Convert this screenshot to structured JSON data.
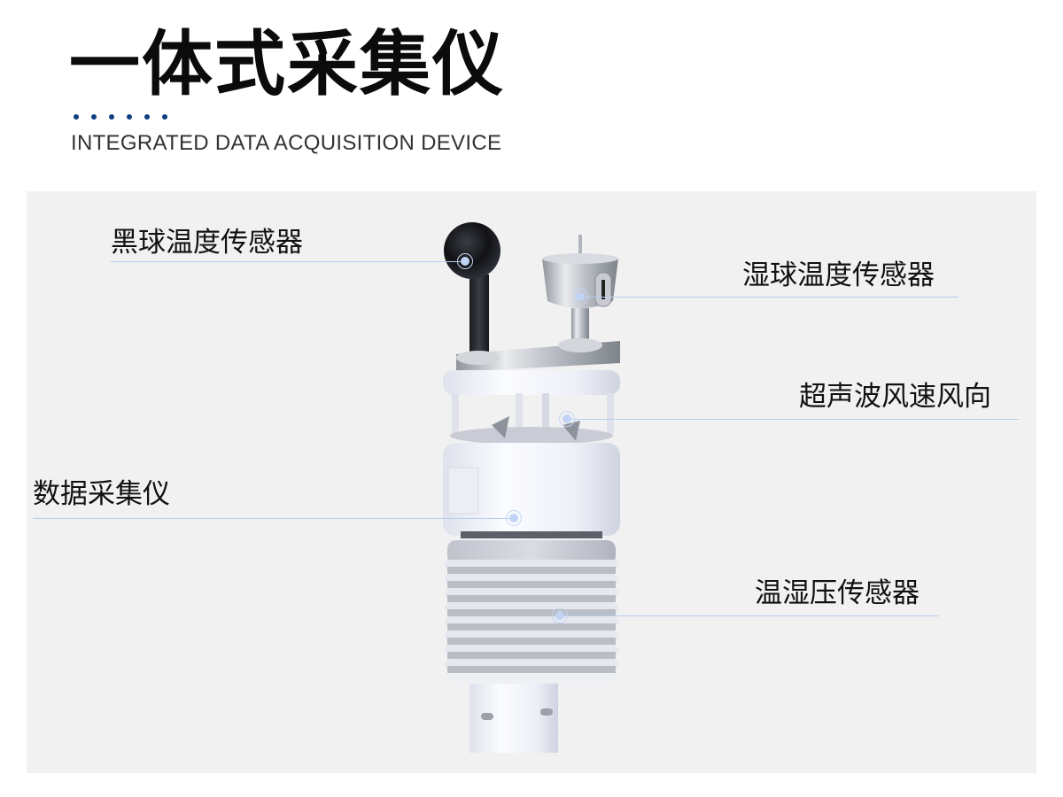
{
  "header": {
    "title": "一体式采集仪",
    "subtitle": "INTEGRATED DATA ACQUISITION DEVICE",
    "dot_count": 6,
    "accent_color": "#0d3f7f"
  },
  "callouts": [
    {
      "id": "black-globe",
      "label": "黑球温度传感器"
    },
    {
      "id": "wet-bulb",
      "label": "湿球温度传感器"
    },
    {
      "id": "ultrasonic-wind",
      "label": "超声波风速风向"
    },
    {
      "id": "data-logger",
      "label": "数据采集仪"
    },
    {
      "id": "thp-sensor",
      "label": "温湿压传感器"
    }
  ],
  "colors": {
    "panel_bg": "#f1f1f1",
    "leader_line": "#b8cdef",
    "marker_fill": "#c2d4f5"
  }
}
